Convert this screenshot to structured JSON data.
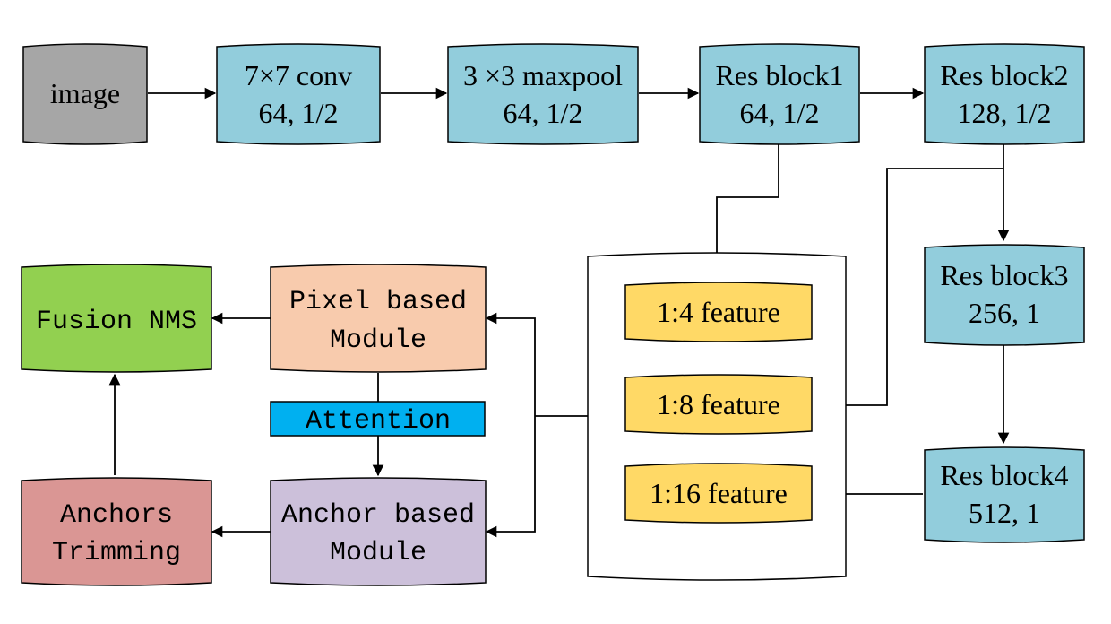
{
  "colors": {
    "input": "#a6a6a6",
    "backbone": "#92cddc",
    "feature": "#ffd966",
    "pixel_module": "#f8cbad",
    "anchor_module": "#ccc0da",
    "fusion": "#92d050",
    "trimming": "#da9694",
    "attention": "#00b0f0"
  },
  "nodes": {
    "image": {
      "line1": "image"
    },
    "conv": {
      "line1": "7×7 conv",
      "line2": "64, 1/2"
    },
    "maxpool": {
      "line1": "3 ×3 maxpool",
      "line2": "64, 1/2"
    },
    "res1": {
      "line1": "Res block1",
      "line2": "64, 1/2"
    },
    "res2": {
      "line1": "Res block2",
      "line2": "128, 1/2"
    },
    "res3": {
      "line1": "Res block3",
      "line2": "256, 1"
    },
    "res4": {
      "line1": "Res block4",
      "line2": "512, 1"
    },
    "feat4": {
      "line1": "1:4 feature"
    },
    "feat8": {
      "line1": "1:8 feature"
    },
    "feat16": {
      "line1": "1:16 feature"
    },
    "pixel": {
      "line1": "Pixel based",
      "line2": "Module"
    },
    "attention": {
      "line1": "Attention"
    },
    "anchor": {
      "line1": "Anchor based",
      "line2": "Module"
    },
    "fusion": {
      "line1": "Fusion NMS"
    },
    "trimming": {
      "line1": "Anchors",
      "line2": "Trimming"
    }
  }
}
